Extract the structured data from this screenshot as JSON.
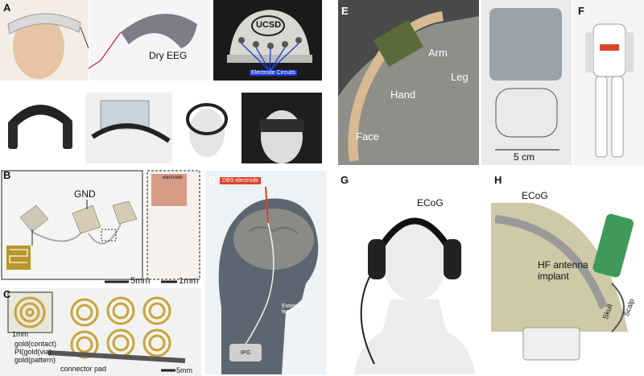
{
  "panels": {
    "A": {
      "label": "A",
      "dry_eeg": "Dry EEG",
      "ucsd": "UCSD",
      "electrode_circuits": "Electrode Circuits"
    },
    "B": {
      "label": "B",
      "gnd": "GND",
      "electrode": "electrode",
      "scale1": "5mm",
      "scale2": "1mm"
    },
    "C": {
      "label": "C",
      "scale_inset": "1mm",
      "legend": [
        "gold(contact)",
        "PI(gold(via)",
        "gold(pattern)",
        "connector pad"
      ],
      "scale": "5mm"
    },
    "D": {
      "label": "D",
      "dbs": "DBS electrode",
      "extension": "Extension lead",
      "ipg": "IPG"
    },
    "E": {
      "label": "E",
      "arm": "Arm",
      "hand": "Hand",
      "leg": "Leg",
      "face": "Face",
      "scale": "5 cm"
    },
    "F": {
      "label": "F"
    },
    "G": {
      "label": "G",
      "ecog": "ECoG"
    },
    "H": {
      "label": "H",
      "ecog": "ECoG",
      "hf": "HF antenna",
      "implant": "implant",
      "skull": "Skull",
      "scalp": "Scalp"
    }
  },
  "colors": {
    "gold": "#c9a43a",
    "brain": "#8a8a86",
    "dbs_red": "#d9452b",
    "antenna_green": "#3f9a5a"
  }
}
